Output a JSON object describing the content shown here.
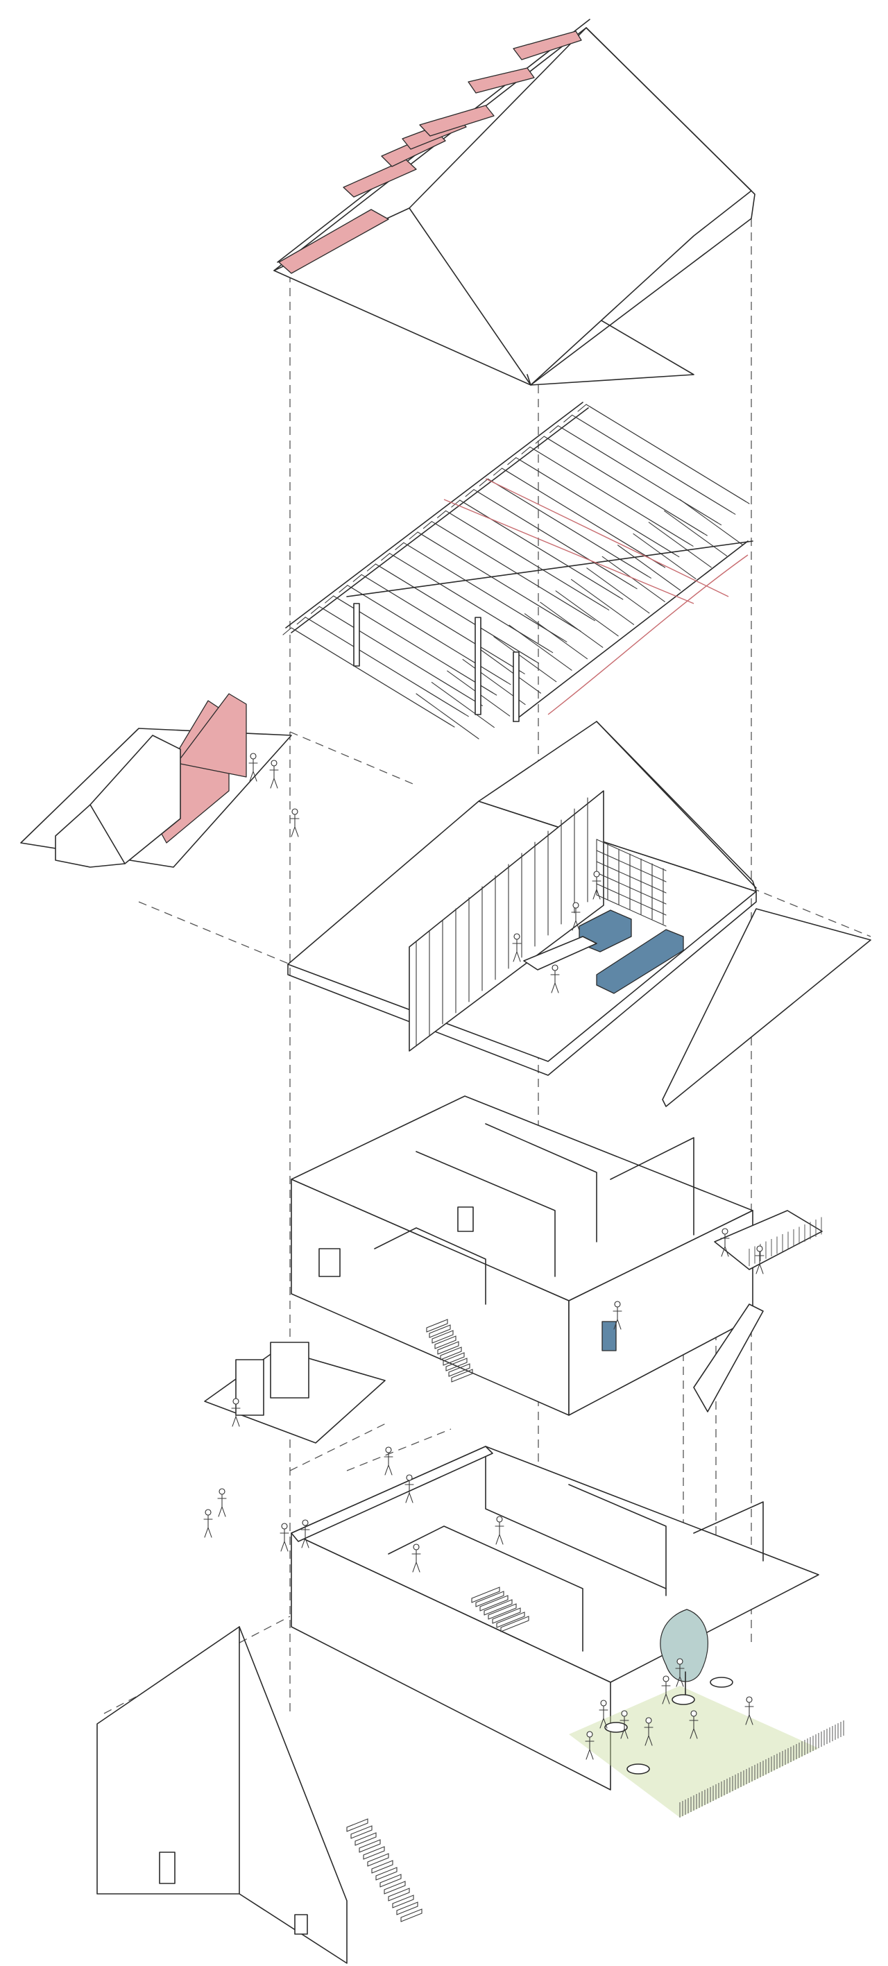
{
  "colors": {
    "line": "#2b2b2b",
    "roof_skylight": "#e8a9ab",
    "rafter_highlight": "#c86c70",
    "kitchen_blocks": "#5f87a6",
    "garden_hatch": "#c9dca0",
    "tree": "#b9d1cf"
  },
  "layers": [
    {
      "id": "roof",
      "description_visible": false
    },
    {
      "id": "roof-structure"
    },
    {
      "id": "attic-floor"
    },
    {
      "id": "first-floor"
    },
    {
      "id": "ground-floor"
    }
  ]
}
